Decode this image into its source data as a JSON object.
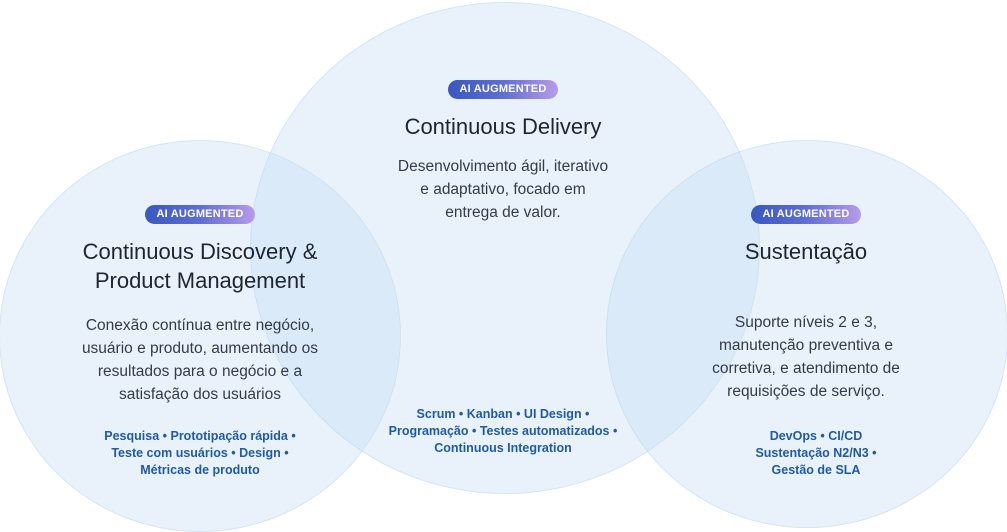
{
  "left": {
    "badge": "AI AUGMENTED",
    "title_line1": "Continuous Discovery &",
    "title_line2": "Product Management",
    "desc_line1": "Conexão contínua entre negócio,",
    "desc_line2": "usuário e produto, aumentando os",
    "desc_line3": "resultados para o negócio e a",
    "desc_line4": "satisfação dos usuários",
    "tags_line1": "Pesquisa • Prototipação rápida •",
    "tags_line2": "Teste com usuários • Design •",
    "tags_line3": "Métricas de produto"
  },
  "center": {
    "badge": "AI AUGMENTED",
    "title": "Continuous Delivery",
    "desc_line1": "Desenvolvimento ágil, iterativo",
    "desc_line2": "e adaptativo, focado em",
    "desc_line3": "entrega de valor.",
    "tags_line1": "Scrum • Kanban • UI Design •",
    "tags_line2": "Programação • Testes automatizados •",
    "tags_line3": "Continuous Integration"
  },
  "right": {
    "badge": "AI AUGMENTED",
    "title": "Sustentação",
    "desc_line1": "Suporte níveis 2 e 3,",
    "desc_line2": "manutenção preventiva e",
    "desc_line3": "corretiva, e atendimento de",
    "desc_line4": "requisições de serviço.",
    "tags_line1": "DevOps • CI/CD",
    "tags_line2": "Sustentação N2/N3 •",
    "tags_line3": "Gestão de SLA"
  }
}
